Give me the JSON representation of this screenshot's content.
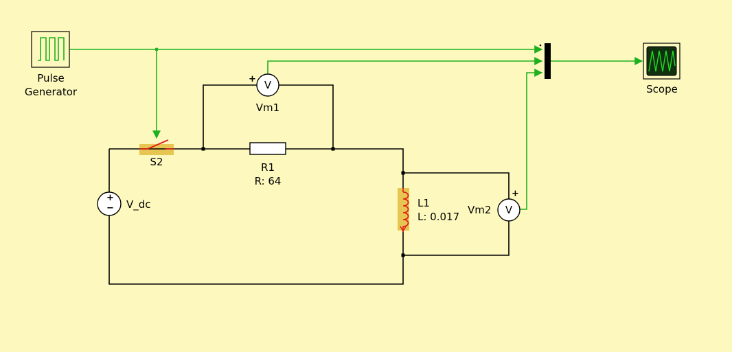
{
  "colors": {
    "background": "#fdf9be",
    "wire_electrical": "#000000",
    "wire_signal": "#1fb01f",
    "component_highlight": "#e6c650",
    "component_stroke_red": "#e01a1a",
    "scope_screen": "#103010",
    "scope_trace": "#22dd22"
  },
  "blocks": {
    "pulse_generator": {
      "label_line1": "Pulse",
      "label_line2": "Generator",
      "icon": "pulse-icon"
    },
    "scope": {
      "label": "Scope",
      "icon": "scope-icon"
    },
    "mux": {
      "icon": "mux-bar"
    }
  },
  "components": {
    "switch": {
      "label": "S2"
    },
    "resistor": {
      "label": "R1",
      "value": "R: 64"
    },
    "inductor": {
      "label": "L1",
      "value": "L: 0.017"
    },
    "dc_source": {
      "label": "V_dc",
      "plus": "+",
      "minus": "−"
    },
    "vm1": {
      "label": "Vm1",
      "symbol": "V",
      "plus": "+"
    },
    "vm2": {
      "label": "Vm2",
      "symbol": "V",
      "plus": "+"
    }
  }
}
